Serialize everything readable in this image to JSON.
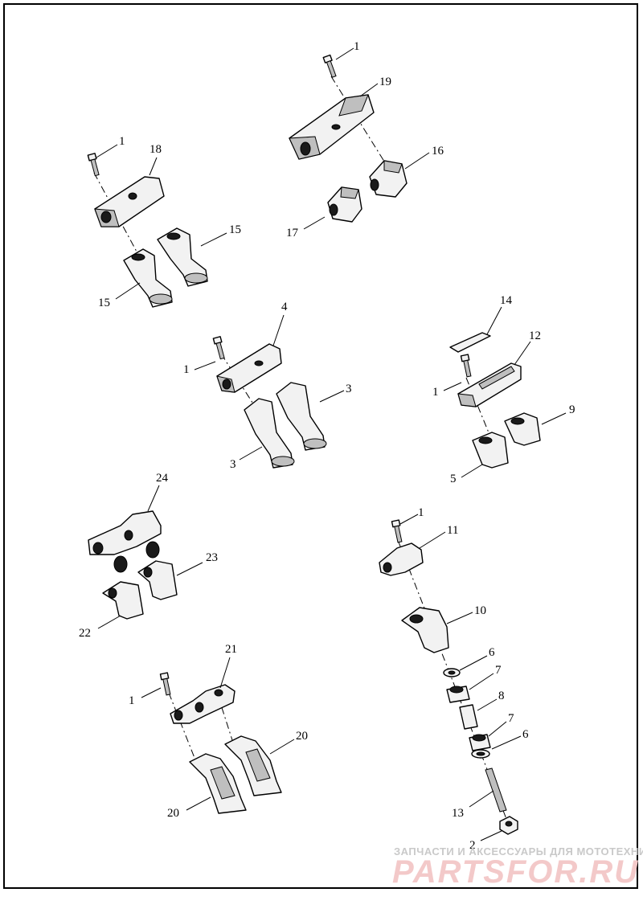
{
  "callouts": {
    "c1a": "1",
    "c19": "19",
    "c16": "16",
    "c17": "17",
    "c1b": "1",
    "c18": "18",
    "c15a": "15",
    "c15b": "15",
    "c4": "4",
    "c1c": "1",
    "c3a": "3",
    "c3b": "3",
    "c14": "14",
    "c12": "12",
    "c1d": "1",
    "c9": "9",
    "c5": "5",
    "c24": "24",
    "c23": "23",
    "c22": "22",
    "c1e": "1",
    "c11": "11",
    "c10": "10",
    "c6a": "6",
    "c7a": "7",
    "c8": "8",
    "c7b": "7",
    "c6b": "6",
    "c13": "13",
    "c2": "2",
    "c21": "21",
    "c1f": "1",
    "c20a": "20",
    "c20b": "20"
  },
  "watermark": {
    "tagline": "ЗАПЧАСТИ И АКСЕССУАРЫ ДЛЯ МОТОТЕХНИКИ",
    "logo": "PARTSFOR.RU",
    "color": "#e8a0a0"
  }
}
